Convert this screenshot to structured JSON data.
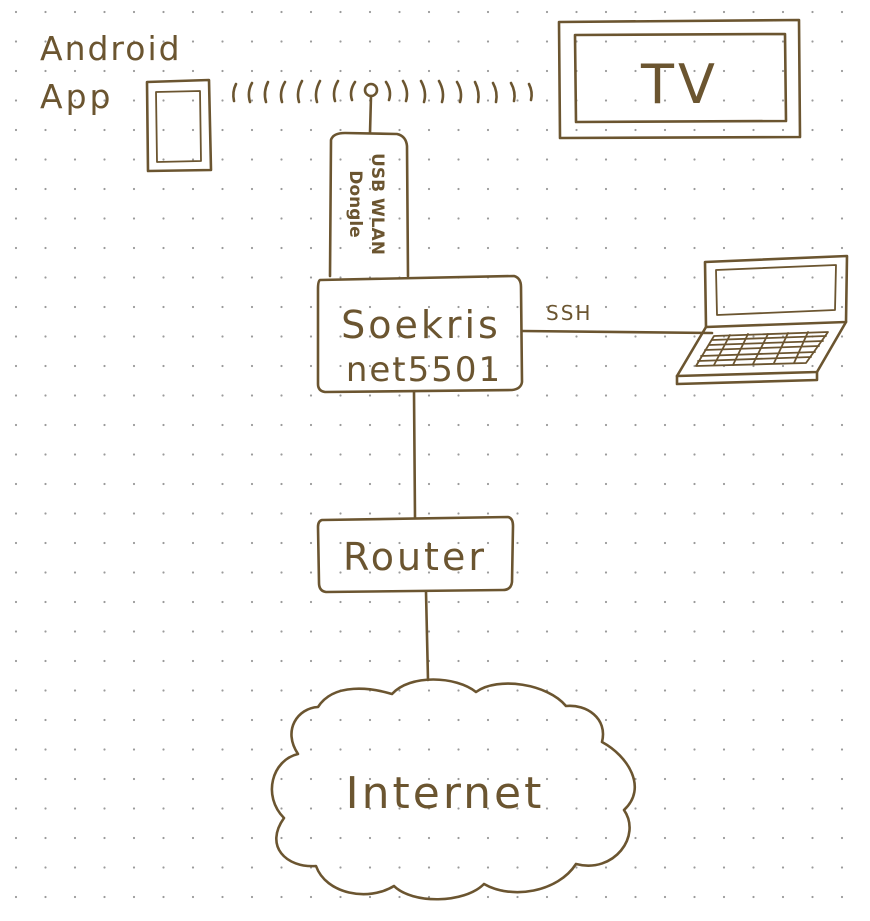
{
  "labels": {
    "android_app_line1": "Android",
    "android_app_line2": "App",
    "tv": "TV",
    "usb_dongle_line1": "USB WLAN",
    "usb_dongle_line2": "Dongle",
    "soekris_line1": "Soekris",
    "soekris_line2": "net5501",
    "ssh": "SSH",
    "router": "Router",
    "internet": "Internet"
  },
  "colors": {
    "ink": "#6b5530",
    "grid_dots": "#9a9a9a",
    "paper": "#ffffff"
  }
}
